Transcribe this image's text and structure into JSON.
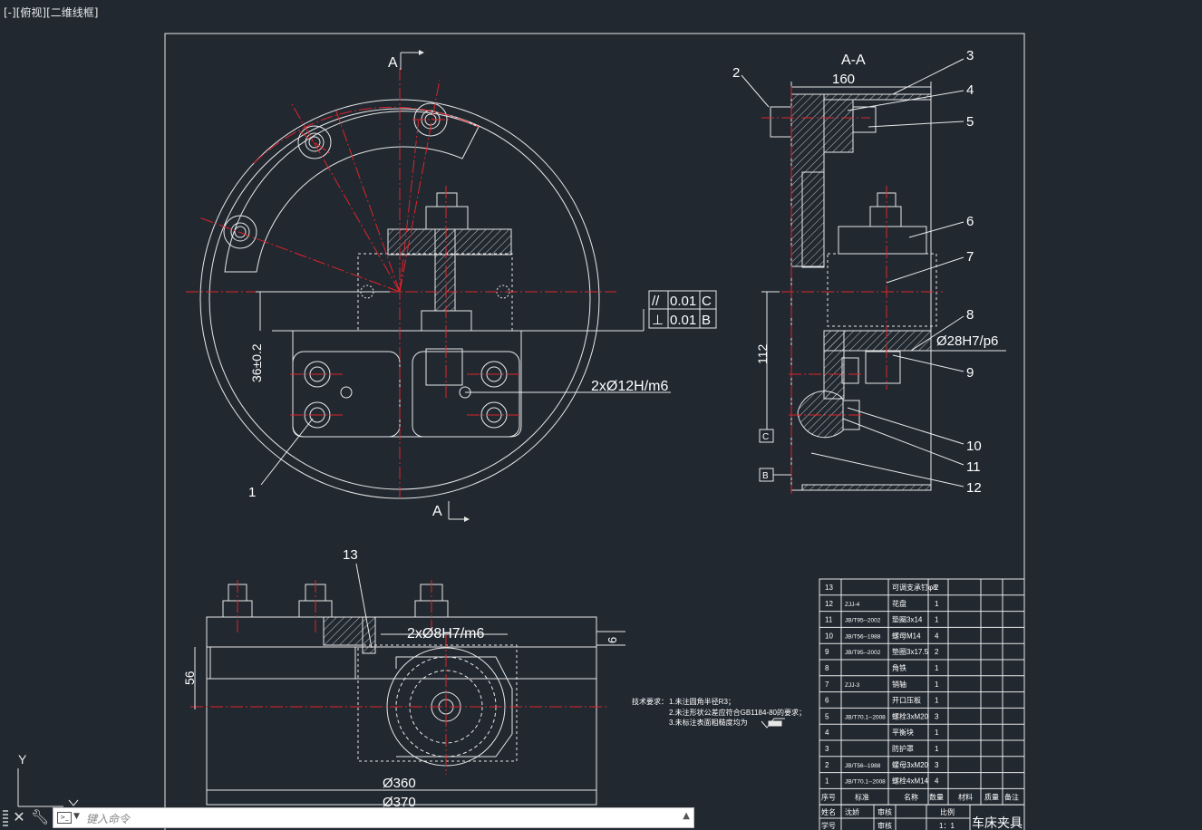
{
  "viewport_label": [
    "[-]",
    "[俯视]",
    "[二维线框]"
  ],
  "drawing": {
    "section_title": "A-A",
    "section_mark": "A",
    "part_callouts": [
      "1",
      "2",
      "3",
      "4",
      "5",
      "6",
      "7",
      "8",
      "9",
      "10",
      "11",
      "12",
      "13"
    ],
    "dims": {
      "width_160": "160",
      "height_36": "36±0.2",
      "height_112": "112",
      "fit_28": "Ø28H7/p6",
      "fit_12": "2xØ12H/m6",
      "fit_8": "2xØ8H7/m6",
      "dim_56": "56",
      "dim_6": "6",
      "dia_360": "Ø360",
      "dia_370": "Ø370"
    },
    "tolerance": [
      {
        "symbol": "//",
        "value": "0.01",
        "datum": "C"
      },
      {
        "symbol": "⊥",
        "value": "0.01",
        "datum": "B"
      }
    ],
    "datums": [
      "C",
      "B"
    ]
  },
  "tech_requirements": {
    "heading": "技术要求：",
    "items": [
      "1.未注圆角半径R3；",
      "2.未注形状公差应符合GB1184-80的要求；",
      "3.未标注表面粗糙度均为"
    ]
  },
  "bom": {
    "rows": [
      {
        "no": "13",
        "code": "",
        "name": "可调支承钉φ8",
        "qty": "2"
      },
      {
        "no": "12",
        "code": "ZJJ-4",
        "name": "花盘",
        "qty": "1"
      },
      {
        "no": "11",
        "code": "JB/T95--2002",
        "name": "垫圈3x14",
        "qty": "1"
      },
      {
        "no": "10",
        "code": "JB/T56--1988",
        "name": "螺母M14",
        "qty": "4"
      },
      {
        "no": "9",
        "code": "JB/T95--2002",
        "name": "垫圈3x17.5",
        "qty": "2"
      },
      {
        "no": "8",
        "code": "",
        "name": "角铁",
        "qty": "1"
      },
      {
        "no": "7",
        "code": "ZJJ-3",
        "name": "销轴",
        "qty": "1"
      },
      {
        "no": "6",
        "code": "",
        "name": "开口压板",
        "qty": "1"
      },
      {
        "no": "5",
        "code": "JB/T70.1--2008",
        "name": "螺栓3xM20",
        "qty": "3"
      },
      {
        "no": "4",
        "code": "",
        "name": "平衡块",
        "qty": "1"
      },
      {
        "no": "3",
        "code": "",
        "name": "防护罩",
        "qty": "1"
      },
      {
        "no": "2",
        "code": "JB/T56--1988",
        "name": "螺母3xM20",
        "qty": "3"
      },
      {
        "no": "1",
        "code": "JB/T70.1--2008",
        "name": "螺栓4xM14",
        "qty": "4"
      }
    ],
    "header": {
      "no": "序号",
      "code": "标准",
      "name": "名称",
      "qty": "数量",
      "material": "材料",
      "weight": "质量",
      "remark": "备注"
    }
  },
  "title_block": {
    "title": "车床夹具",
    "row1": [
      "姓名",
      "沈娇",
      "审核",
      "比例"
    ],
    "row2": [
      "学号",
      "",
      "审核",
      "1：1"
    ]
  },
  "command_line": {
    "placeholder": "键入命令"
  },
  "ucs": {
    "y_label": "Y"
  }
}
